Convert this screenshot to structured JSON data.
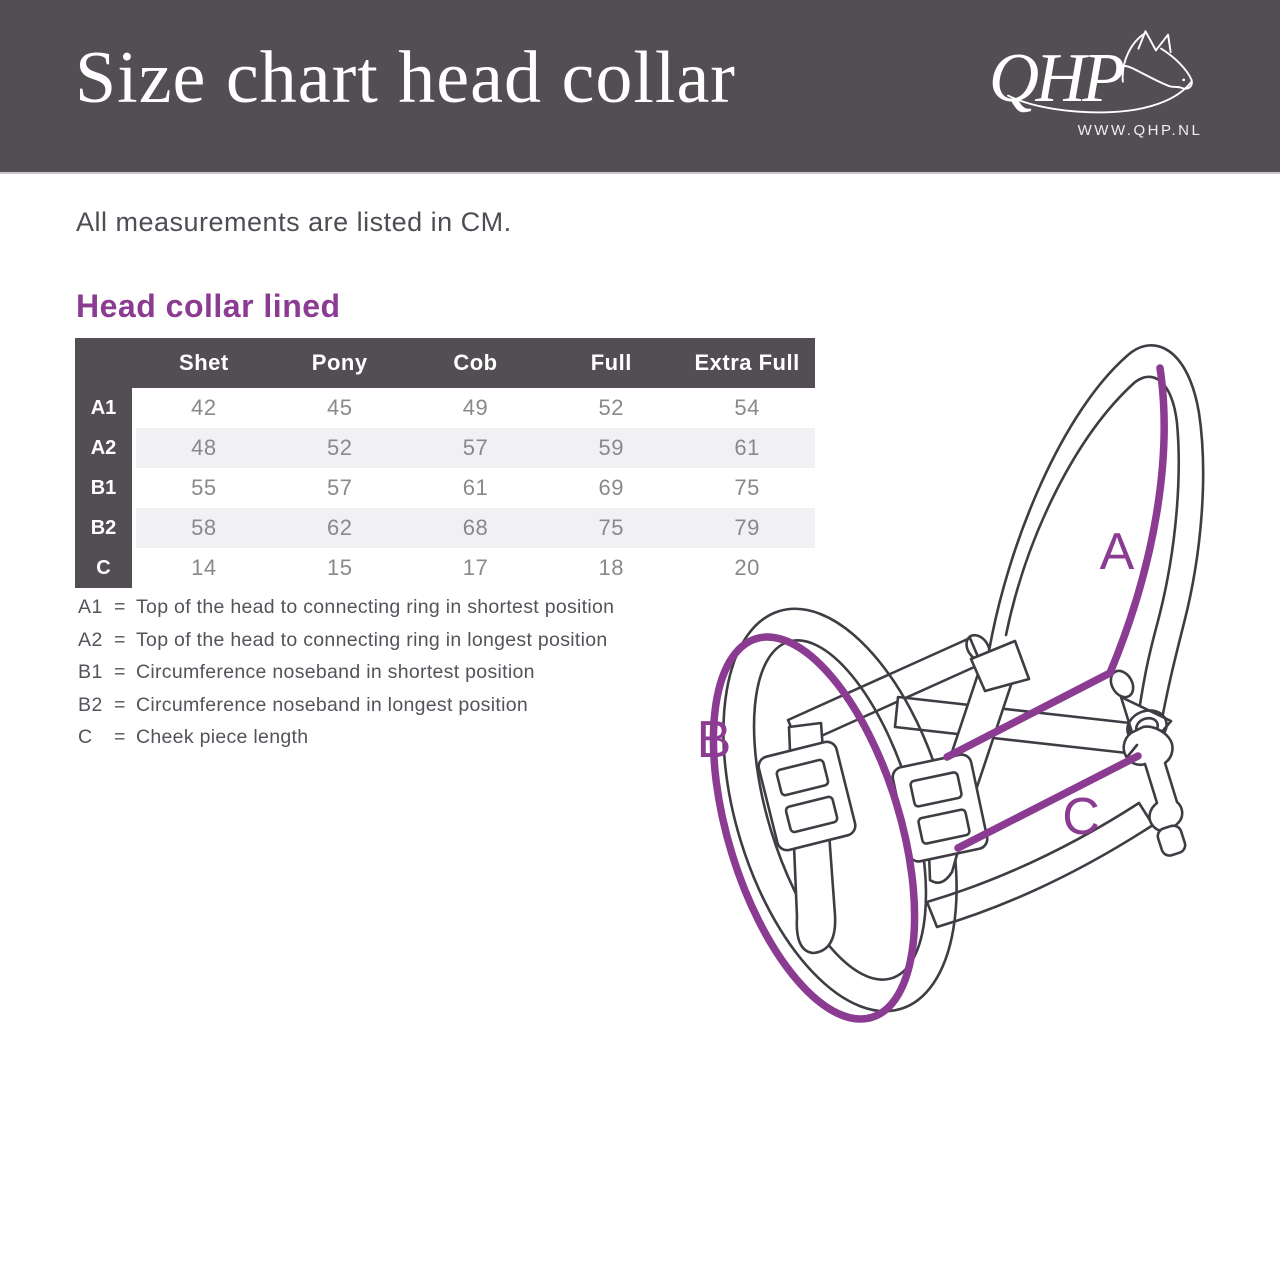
{
  "header": {
    "title": "Size chart head collar",
    "logo": {
      "text": "QHP",
      "url": "WWW.QHP.NL",
      "icon": "horse-head-icon"
    }
  },
  "intro": "All measurements are listed in CM.",
  "section_title": "Head collar lined",
  "table": {
    "columns": [
      "Shet",
      "Pony",
      "Cob",
      "Full",
      "Extra Full"
    ],
    "rows": [
      {
        "label": "A1",
        "values": [
          "42",
          "45",
          "49",
          "52",
          "54"
        ]
      },
      {
        "label": "A2",
        "values": [
          "48",
          "52",
          "57",
          "59",
          "61"
        ]
      },
      {
        "label": "B1",
        "values": [
          "55",
          "57",
          "61",
          "69",
          "75"
        ]
      },
      {
        "label": "B2",
        "values": [
          "58",
          "62",
          "68",
          "75",
          "79"
        ]
      },
      {
        "label": "C",
        "values": [
          "14",
          "15",
          "17",
          "18",
          "20"
        ]
      }
    ]
  },
  "legend_eq": "=",
  "legend": [
    {
      "key": "A1",
      "desc": "Top of the head to connecting ring in shortest position"
    },
    {
      "key": "A2",
      "desc": "Top of the head to connecting ring in longest position"
    },
    {
      "key": "B1",
      "desc": "Circumference noseband in shortest position"
    },
    {
      "key": "B2",
      "desc": "Circumference noseband in longest position"
    },
    {
      "key": "C",
      "desc": "Cheek piece length"
    }
  ],
  "diagram": {
    "labels": {
      "a": "A",
      "b": "B",
      "c": "C"
    }
  },
  "colors": {
    "header_bg": "#524e53",
    "accent_purple": "#8b3c92",
    "line_art": "#3f3d43",
    "row_alt": "#f1f0f2",
    "value_text": "#8a888d"
  }
}
